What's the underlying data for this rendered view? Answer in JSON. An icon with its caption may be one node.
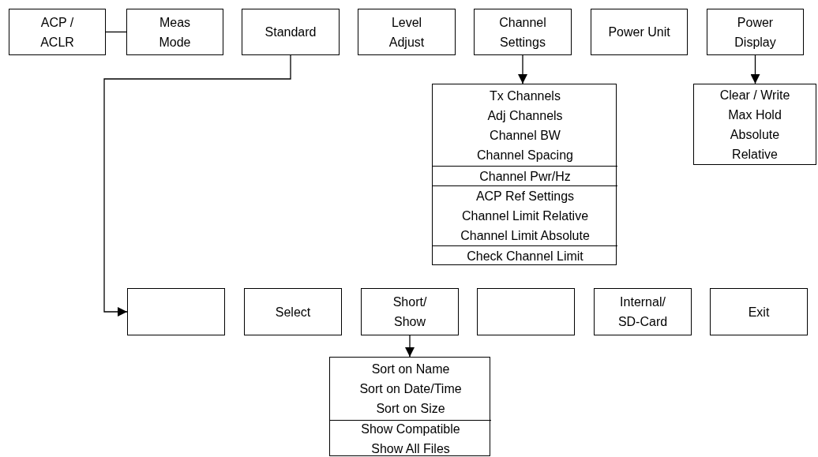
{
  "diagram": {
    "nodes": [
      {
        "text": [
          "ACP / ACLR"
        ]
      },
      {
        "text": [
          "Meas Mode"
        ]
      },
      {
        "text": [
          "Standard"
        ]
      },
      {
        "text": [
          "Level Adjust"
        ]
      },
      {
        "text": [
          "Channel Settings"
        ]
      },
      {
        "text": [
          "Power Unit"
        ]
      },
      {
        "text": [
          "Power Display"
        ]
      },
      {
        "text": [],
        "shape": "box"
      },
      {
        "text": [
          "Tx Channels",
          "Adj Channels",
          "Channel BW",
          "Channel Spacing"
        ],
        "in": 7
      },
      {
        "text": [
          "Channel Pwr/Hz"
        ],
        "in": 7
      },
      {
        "text": [
          "ACP Ref Settings",
          "Channel Limit Relative",
          "Channel Limit Absolute"
        ],
        "in": 7
      },
      {
        "text": [
          "Check Channel Limit"
        ],
        "in": 7
      },
      {
        "text": [
          "Clear / Write",
          "Max Hold",
          "Absolute",
          "Relative"
        ]
      },
      {
        "text": [],
        "shape": "box"
      },
      {
        "text": [
          "Select"
        ]
      },
      {
        "text": [
          "Short/ Show"
        ]
      },
      {
        "text": [],
        "shape": "box"
      },
      {
        "text": [
          "Internal/ SD-Card"
        ]
      },
      {
        "text": [
          "Exit"
        ]
      },
      {
        "text": [],
        "shape": "box"
      },
      {
        "text": [
          "Sort on Name",
          "Sort on Date/Time",
          "Sort on Size"
        ],
        "in": 19
      },
      {
        "text": [
          "Show Compatible",
          "Show All Files"
        ],
        "in": 19
      }
    ],
    "edges": [
      {
        "from": 0,
        "to": 1,
        "arrow": "none"
      },
      {
        "from": 2,
        "to": 13,
        "arrow": "to"
      },
      {
        "from": 4,
        "to": 7,
        "arrow": "to"
      },
      {
        "from": 6,
        "to": 12,
        "arrow": "to"
      },
      {
        "from": 15,
        "to": 19,
        "arrow": "to"
      }
    ]
  }
}
